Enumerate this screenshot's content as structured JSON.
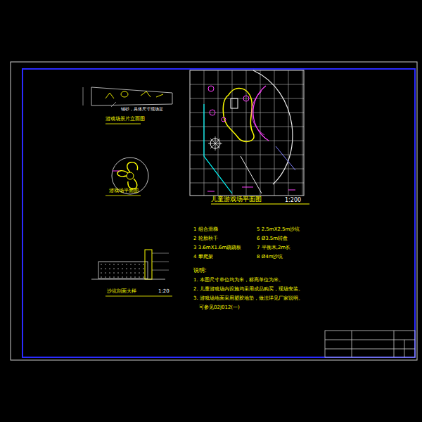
{
  "diagram": {
    "title": "儿童游戏场平面图",
    "labels": [
      "游戏场景片立面图",
      "铺砂，具体尺寸现场定",
      "游戏场平面图",
      "沙坑剖面大样",
      "1:20",
      "1:200",
      "1 组合滑梯",
      "2 轮胎秋千",
      "3 3.6mX1.6m跷跷板",
      "4 攀爬架",
      "5 2.5mX2.5m沙坑",
      "6 Ø3.5m转盘",
      "7 平衡木,2m长",
      "8 Ø4m沙坑",
      "说明:",
      "1. 本图尺寸单位均为米，标高单位为米。",
      "2. 儿童游戏场内设施均采用成品购买，现场安装。",
      "3. 游戏场地面采用塑胶地垫，做法详见厂家说明。",
      "可参见02J012(一)"
    ]
  }
}
